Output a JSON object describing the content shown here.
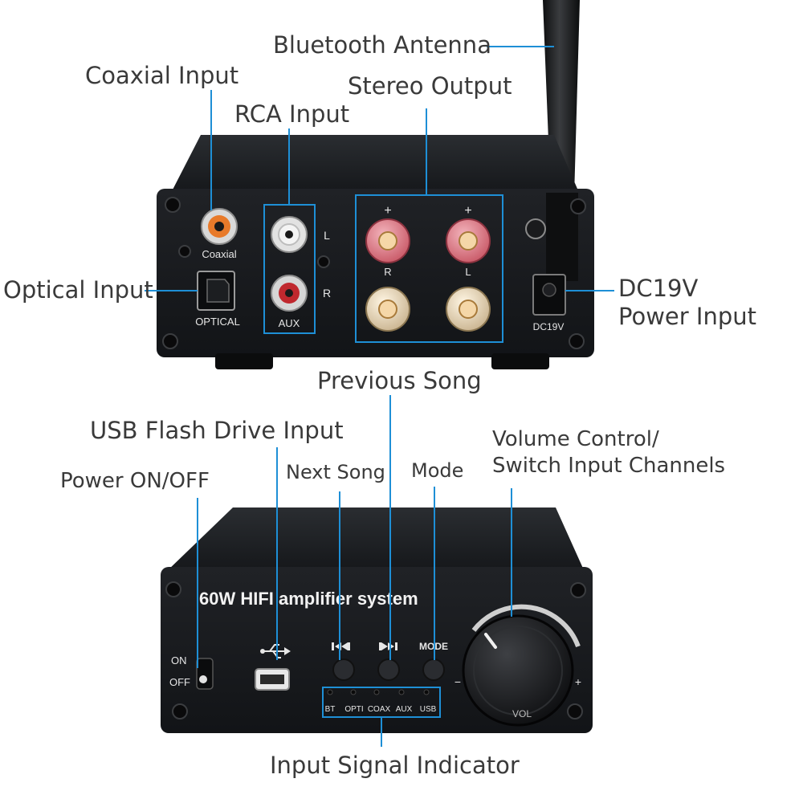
{
  "callouts": {
    "bluetooth_antenna": "Bluetooth Antenna",
    "coaxial_input": "Coaxial Input",
    "rca_input": "RCA Input",
    "stereo_output": "Stereo Output",
    "optical_input": "Optical Input",
    "dc_power_line1": "DC19V",
    "dc_power_line2": "Power Input",
    "previous_song": "Previous Song",
    "usb_flash_drive_input": "USB Flash Drive Input",
    "volume_line1": "Volume Control/",
    "volume_line2": "Switch Input Channels",
    "power_on_off": "Power ON/OFF",
    "next_song": "Next Song",
    "mode": "Mode",
    "input_signal_indicator": "Input Signal Indicator"
  },
  "back_panel": {
    "coaxial_label": "Coaxial",
    "optical_label": "OPTICAL",
    "aux_label": "AUX",
    "left_label": "L",
    "right_label": "R",
    "plus_label": "+",
    "out_right_label": "R",
    "out_left_label": "L",
    "dc_label": "DC19V"
  },
  "front_panel": {
    "title": "60W HIFI amplifier system",
    "on_label": "ON",
    "off_label": "OFF",
    "mode_label": "MODE",
    "minus_label": "−",
    "plus_label": "+",
    "vol_label": "VOL",
    "indicators": [
      "BT",
      "OPTI",
      "COAX",
      "AUX",
      "USB"
    ]
  },
  "colors": {
    "callout_line": "#1e8fd6",
    "chassis": "#1b1d20",
    "terminal_red": "#d9707b",
    "rca_orange": "#e87a2a",
    "rca_red": "#c0282e"
  }
}
